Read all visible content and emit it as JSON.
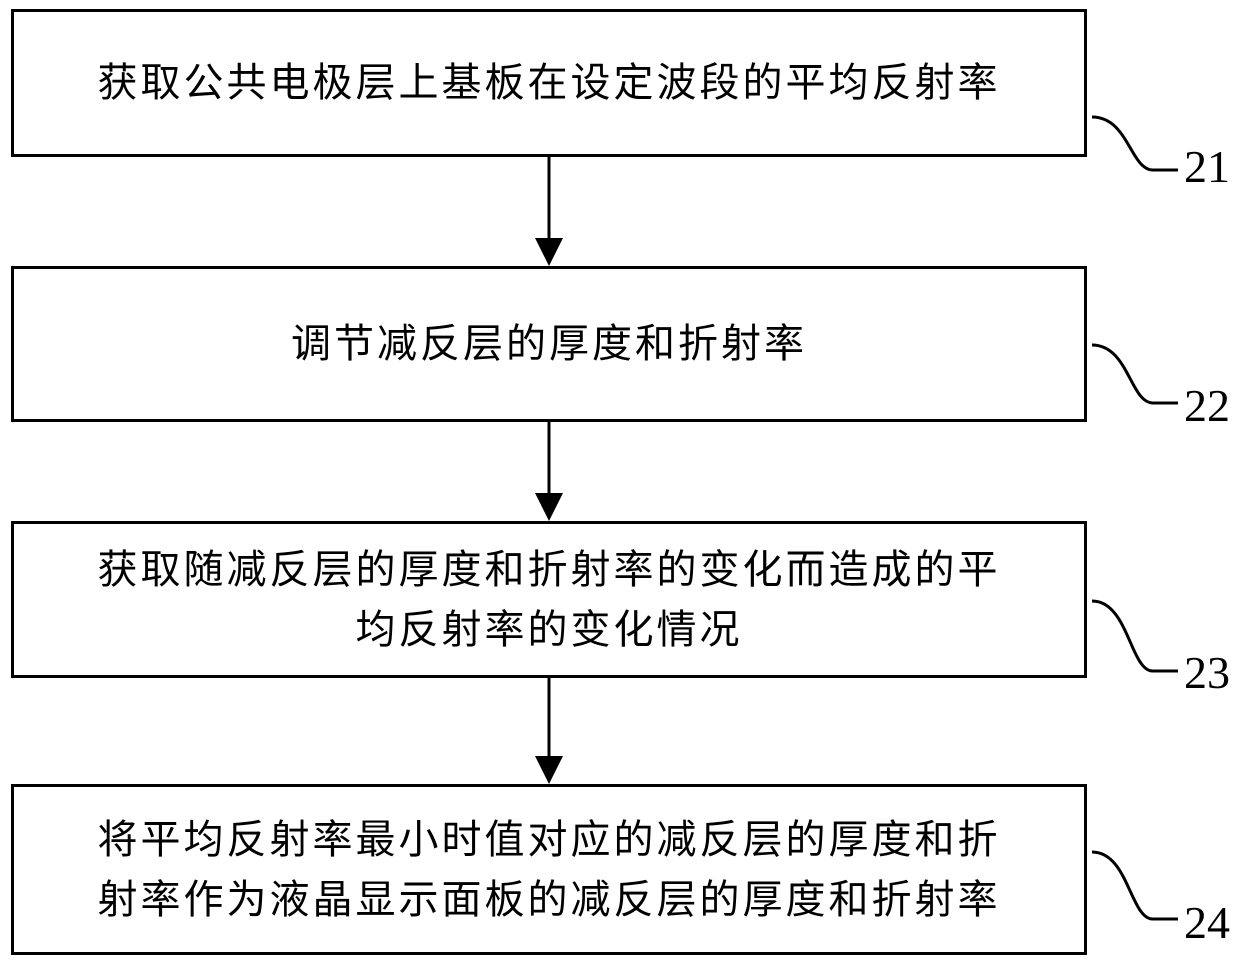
{
  "steps": [
    {
      "id": "21",
      "text": "获取公共电极层上基板在设定波段的平均反射率"
    },
    {
      "id": "22",
      "text": "调节减反层的厚度和折射率"
    },
    {
      "id": "23",
      "text": "获取随减反层的厚度和折射率的变化而造成的平\n均反射率的变化情况"
    },
    {
      "id": "24",
      "text": "将平均反射率最小时值对应的减反层的厚度和折\n射率作为液晶显示面板的减反层的厚度和折射率"
    }
  ]
}
